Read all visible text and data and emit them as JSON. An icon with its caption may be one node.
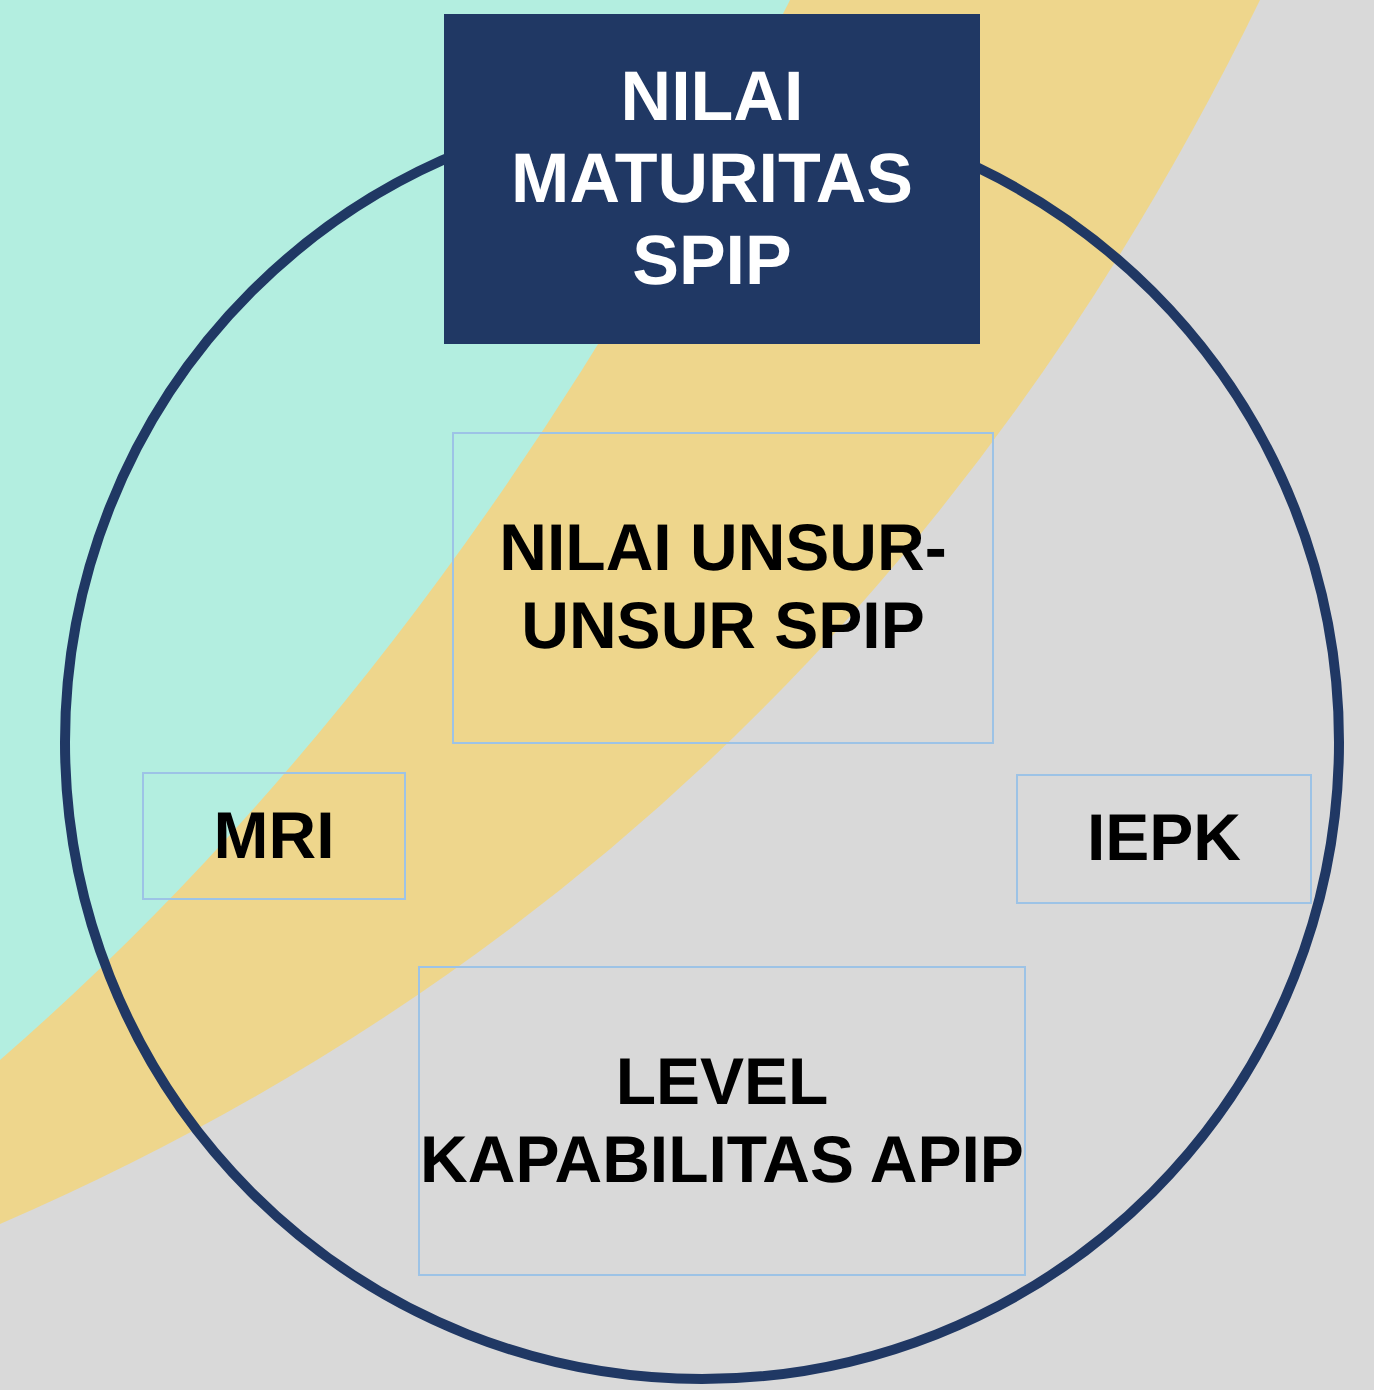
{
  "diagram": {
    "nodes": [
      {
        "text": [],
        "shape": "circle"
      },
      {
        "text": [
          "NILAI MATURITAS SPIP"
        ]
      },
      {
        "text": [
          "NILAI UNSUR-UNSUR SPIP"
        ],
        "in": 0
      },
      {
        "text": [
          "MRI"
        ],
        "in": 0
      },
      {
        "text": [
          "IEPK"
        ],
        "in": 0
      },
      {
        "text": [
          "LEVEL KAPABILITAS APIP"
        ],
        "in": 0
      }
    ]
  }
}
